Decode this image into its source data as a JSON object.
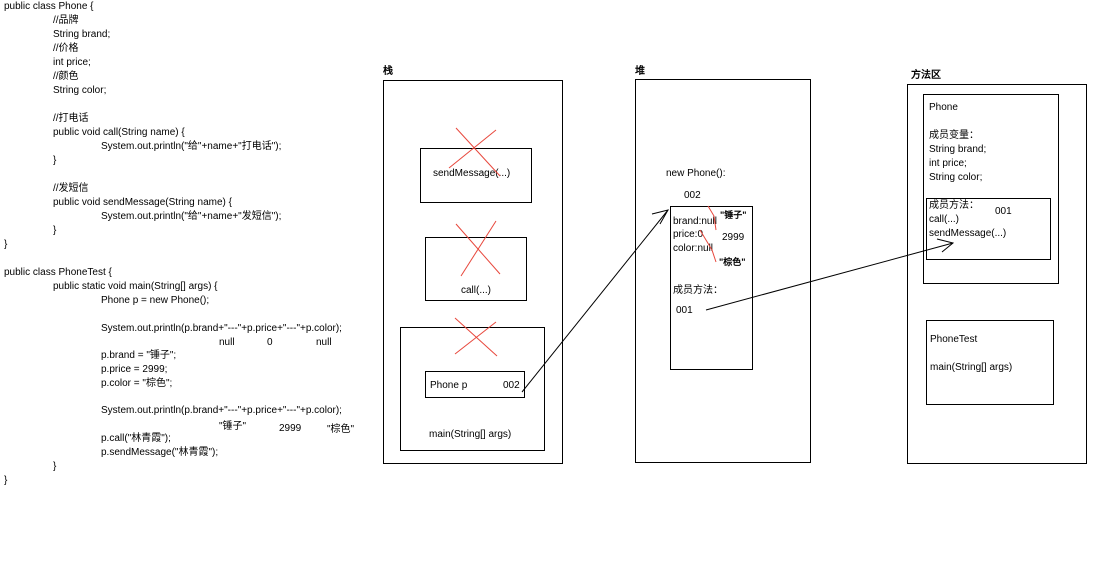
{
  "code": {
    "phone_class": [
      "public class Phone {",
      "//品牌",
      "String brand;",
      "//价格",
      "int price;",
      "//颜色",
      "String color;",
      "//打电话",
      "public void call(String name) {",
      "System.out.println(\"给\"+name+\"打电话\");",
      "}",
      "//发短信",
      "public void sendMessage(String name) {",
      "System.out.println(\"给\"+name+\"发短信\");",
      "}",
      "}"
    ],
    "test_class": [
      "public class PhoneTest {",
      "public static void main(String[] args) {",
      "Phone p = new Phone();",
      "System.out.println(p.brand+\"---\"+p.price+\"---\"+p.color);",
      "p.brand = \"锤子\";",
      "p.price = 2999;",
      "p.color = \"棕色\";",
      "System.out.println(p.brand+\"---\"+p.price+\"---\"+p.color);",
      "p.call(\"林青霞\");",
      "p.sendMessage(\"林青霞\");",
      "}",
      "}"
    ],
    "output1": [
      "null",
      "0",
      "null"
    ],
    "output2": [
      "\"锤子\"",
      "2999",
      "\"棕色\""
    ]
  },
  "stack": {
    "title": "栈",
    "frame_send": "sendMessage(...)",
    "frame_call": "call(...)",
    "frame_main": "main(String[] args)",
    "var_label": "Phone p",
    "var_value": "002"
  },
  "heap": {
    "title": "堆",
    "new_label": "new Phone():",
    "address": "002",
    "brand_field": "brand:null",
    "price_field": "price:0",
    "color_field": "color:null",
    "brand_new": "\"锤子\"",
    "price_new": "2999",
    "color_new": "\"棕色\"",
    "methods_label": "成员方法：",
    "methods_address": "001"
  },
  "method_area": {
    "title": "方法区",
    "phone": {
      "name": "Phone",
      "fields_label": "成员变量：",
      "fields": [
        "String brand;",
        "int price;",
        "String color;"
      ],
      "methods_label": "成员方法：",
      "methods_address": "001",
      "methods": [
        "call(...)",
        "sendMessage(...)"
      ]
    },
    "phone_test": {
      "name": "PhoneTest",
      "method": "main(String[] args)"
    }
  },
  "colors": {
    "stroke": "#000000",
    "cross": "#e8473c"
  }
}
